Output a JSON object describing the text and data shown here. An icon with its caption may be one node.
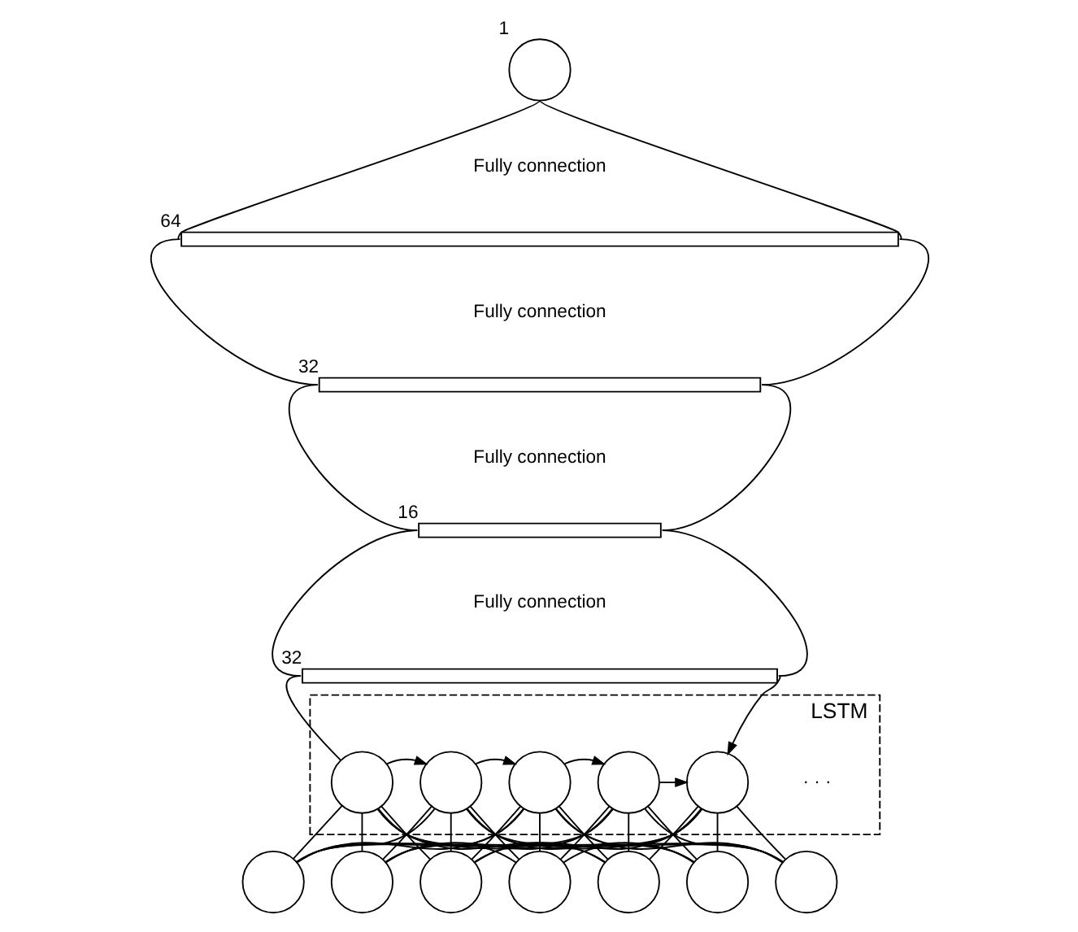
{
  "diagram": {
    "nodes": [
      {
        "text": [],
        "shape": "circle",
        "beside": [
          "1"
        ]
      },
      {
        "text": [],
        "shape": "bar",
        "beside": [
          "64"
        ]
      },
      {
        "text": [],
        "shape": "bar",
        "beside": [
          "32"
        ]
      },
      {
        "text": [],
        "shape": "bar",
        "beside": [
          "16"
        ]
      },
      {
        "text": [],
        "shape": "bar",
        "beside": [
          "32"
        ]
      },
      {
        "text": [
          "LSTM"
        ]
      },
      {
        "text": [],
        "shape": "circle",
        "in": 5
      },
      {
        "text": [],
        "shape": "circle",
        "in": 5
      },
      {
        "text": [],
        "shape": "circle",
        "in": 5
      },
      {
        "text": [],
        "shape": "circle",
        "in": 5
      },
      {
        "text": [],
        "shape": "circle",
        "in": 5
      },
      {
        "text": [],
        "shape": "circle"
      },
      {
        "text": [],
        "shape": "circle"
      },
      {
        "text": [],
        "shape": "circle"
      },
      {
        "text": [],
        "shape": "circle"
      },
      {
        "text": [],
        "shape": "circle"
      },
      {
        "text": [],
        "shape": "circle"
      },
      {
        "text": [],
        "shape": "circle"
      }
    ],
    "edges": [
      {
        "from": 0,
        "to": 1,
        "arrow": "none"
      },
      {
        "from": 0,
        "to": 1,
        "arrow": "none"
      },
      {
        "from": 1,
        "to": 2,
        "arrow": "none"
      },
      {
        "from": 1,
        "to": 2,
        "arrow": "none"
      },
      {
        "from": 2,
        "to": 3,
        "arrow": "none"
      },
      {
        "from": 2,
        "to": 3,
        "arrow": "none"
      },
      {
        "from": 3,
        "to": 4,
        "arrow": "none"
      },
      {
        "from": 3,
        "to": 4,
        "arrow": "none"
      },
      {
        "from": 4,
        "to": 6,
        "arrow": "none"
      },
      {
        "from": 4,
        "to": 10,
        "arrow": "to"
      },
      {
        "from": 6,
        "to": 7,
        "arrow": "to"
      },
      {
        "from": 7,
        "to": 8,
        "arrow": "to"
      },
      {
        "from": 8,
        "to": 9,
        "arrow": "to"
      },
      {
        "from": 9,
        "to": 10,
        "arrow": "to"
      },
      {
        "from": 6,
        "to": 11,
        "arrow": "none"
      },
      {
        "from": 6,
        "to": 12,
        "arrow": "none"
      },
      {
        "from": 6,
        "to": 13,
        "arrow": "none"
      },
      {
        "from": 6,
        "to": 14,
        "arrow": "none"
      },
      {
        "from": 6,
        "to": 15,
        "arrow": "none"
      },
      {
        "from": 6,
        "to": 16,
        "arrow": "none"
      },
      {
        "from": 6,
        "to": 17,
        "arrow": "none"
      },
      {
        "from": 7,
        "to": 11,
        "arrow": "none"
      },
      {
        "from": 7,
        "to": 12,
        "arrow": "none"
      },
      {
        "from": 7,
        "to": 13,
        "arrow": "none"
      },
      {
        "from": 7,
        "to": 14,
        "arrow": "none"
      },
      {
        "from": 7,
        "to": 15,
        "arrow": "none"
      },
      {
        "from": 7,
        "to": 16,
        "arrow": "none"
      },
      {
        "from": 7,
        "to": 17,
        "arrow": "none"
      },
      {
        "from": 8,
        "to": 11,
        "arrow": "none"
      },
      {
        "from": 8,
        "to": 12,
        "arrow": "none"
      },
      {
        "from": 8,
        "to": 13,
        "arrow": "none"
      },
      {
        "from": 8,
        "to": 14,
        "arrow": "none"
      },
      {
        "from": 8,
        "to": 15,
        "arrow": "none"
      },
      {
        "from": 8,
        "to": 16,
        "arrow": "none"
      },
      {
        "from": 8,
        "to": 17,
        "arrow": "none"
      },
      {
        "from": 9,
        "to": 11,
        "arrow": "none"
      },
      {
        "from": 9,
        "to": 12,
        "arrow": "none"
      },
      {
        "from": 9,
        "to": 13,
        "arrow": "none"
      },
      {
        "from": 9,
        "to": 14,
        "arrow": "none"
      },
      {
        "from": 9,
        "to": 15,
        "arrow": "none"
      },
      {
        "from": 9,
        "to": 16,
        "arrow": "none"
      },
      {
        "from": 9,
        "to": 17,
        "arrow": "none"
      },
      {
        "from": 10,
        "to": 11,
        "arrow": "none"
      },
      {
        "from": 10,
        "to": 12,
        "arrow": "none"
      },
      {
        "from": 10,
        "to": 13,
        "arrow": "none"
      },
      {
        "from": 10,
        "to": 14,
        "arrow": "none"
      },
      {
        "from": 10,
        "to": 15,
        "arrow": "none"
      },
      {
        "from": 10,
        "to": 16,
        "arrow": "none"
      },
      {
        "from": 10,
        "to": 17,
        "arrow": "none"
      }
    ],
    "labels": [
      "Fully connection",
      "Fully connection",
      "Fully connection",
      "Fully connection",
      "· · ·"
    ]
  }
}
